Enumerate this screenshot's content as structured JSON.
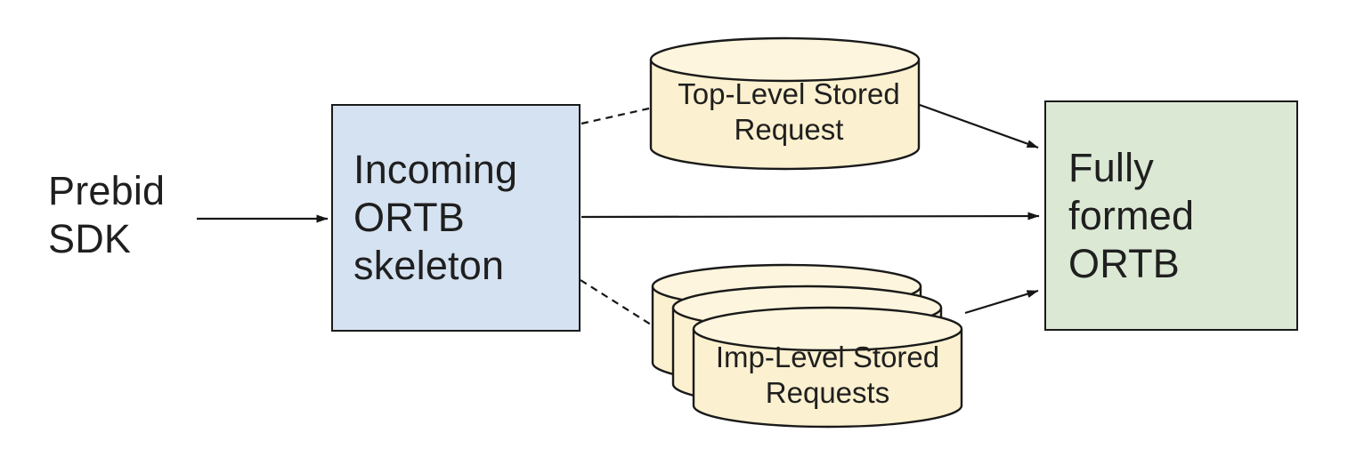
{
  "diagram": {
    "type": "flow-diagram",
    "background": "#ffffff",
    "nodes": {
      "prebid": {
        "kind": "text-label",
        "lines": [
          "Prebid",
          "SDK"
        ]
      },
      "incoming": {
        "kind": "rect",
        "lines": [
          "Incoming",
          "ORTB",
          "skeleton"
        ],
        "fill": "#d5e2f1"
      },
      "top_stored": {
        "kind": "cylinder",
        "lines": [
          "Top-Level Stored",
          "Request"
        ],
        "fill": "#fbf0cf"
      },
      "imp_stored": {
        "kind": "cylinder-stack",
        "stack_count": 3,
        "lines": [
          "Imp-Level Stored",
          "Requests"
        ],
        "fill": "#fbf0cf"
      },
      "fully_formed": {
        "kind": "rect",
        "lines": [
          "Fully",
          "formed",
          "ORTB"
        ],
        "fill": "#dbe8d4"
      }
    },
    "edges": [
      {
        "from": "prebid",
        "to": "incoming",
        "style": "solid",
        "arrow": true
      },
      {
        "from": "incoming",
        "to": "top_stored",
        "style": "dashed",
        "arrow": false
      },
      {
        "from": "incoming",
        "to": "fully_formed",
        "style": "solid",
        "arrow": true
      },
      {
        "from": "incoming",
        "to": "imp_stored",
        "style": "dashed",
        "arrow": false
      },
      {
        "from": "top_stored",
        "to": "fully_formed",
        "style": "solid",
        "arrow": true
      },
      {
        "from": "imp_stored",
        "to": "fully_formed",
        "style": "solid",
        "arrow": true
      }
    ],
    "colors": {
      "node_blue": "#d5e2f1",
      "node_green": "#dbe8d4",
      "cylinder_yellow": "#fbf0cf",
      "cylinder_top_highlight": "#fdf5dd",
      "outline": "#1a1a1a",
      "connector": "#161616",
      "text": "#1f1f1f",
      "background": "#ffffff"
    }
  }
}
